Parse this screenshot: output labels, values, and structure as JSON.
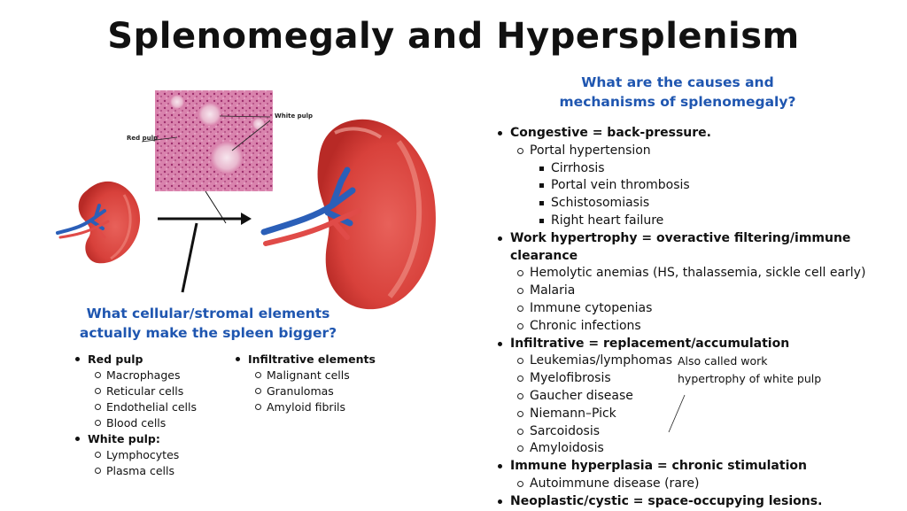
{
  "title": "Splenomegaly and Hypersplenism",
  "right_question_line1": "What are the causes and",
  "right_question_line2": "mechanisms of splenomegaly?",
  "left_question_line1": "What cellular/stromal elements",
  "left_question_line2": "actually make the spleen bigger?",
  "histology_labels": {
    "red_pulp": "Red pulp",
    "white_pulp": "White pulp"
  },
  "causes": {
    "congestive": "Congestive = back-pressure.",
    "portal_hypertension": "Portal hypertension",
    "cirrhosis": "Cirrhosis",
    "portal_vein_thrombosis": "Portal vein thrombosis",
    "schistosomiasis": "Schistosomiasis",
    "right_heart_failure": "Right heart failure",
    "work_hypertrophy": "Work hypertrophy = overactive filtering/immune clearance",
    "hemolytic_anemias": "Hemolytic anemias (HS, thalassemia, sickle cell early)",
    "malaria": "Malaria",
    "immune_cytopenias": "Immune cytopenias",
    "chronic_infections": "Chronic infections",
    "infiltrative": "Infiltrative = replacement/accumulation",
    "leukemias": "Leukemias/lymphomas",
    "myelofibrosis": "Myelofibrosis",
    "gaucher": "Gaucher disease",
    "niemann_pick": "Niemann–Pick",
    "sarcoidosis": "Sarcoidosis",
    "amyloidosis": "Amyloidosis",
    "immune_hyperplasia": "Immune hyperplasia = chronic stimulation",
    "autoimmune": "Autoimmune disease (rare)",
    "neoplastic": "Neoplastic/cystic = space-occupying lesions."
  },
  "note_line1": "Also called work",
  "note_line2": "hypertrophy of white pulp",
  "elements": {
    "red_pulp": "Red pulp",
    "macrophages": "Macrophages",
    "reticular": "Reticular cells",
    "endothelial": "Endothelial cells",
    "blood_cells": "Blood cells",
    "white_pulp": "White pulp:",
    "lymphocytes": "Lymphocytes",
    "plasma_cells": "Plasma cells",
    "infiltrative": "Infiltrative elements",
    "malignant": "Malignant cells",
    "granulomas": "Granulomas",
    "amyloid": "Amyloid fibrils"
  },
  "colors": {
    "accent_blue": "#1f56b0",
    "spleen_red": "#d9443f",
    "vessel_blue": "#2b5fb8",
    "histology_pink": "#d77aa8"
  }
}
